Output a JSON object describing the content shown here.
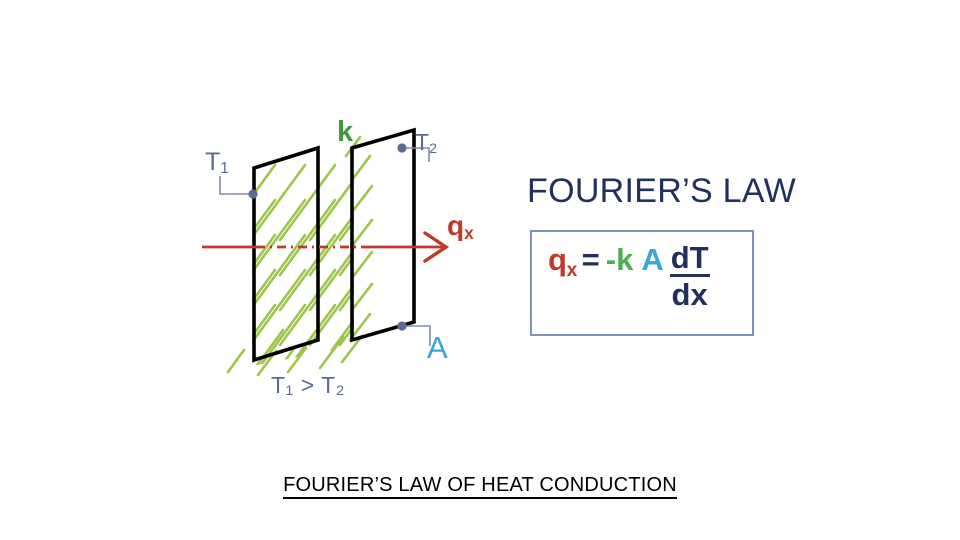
{
  "diagram": {
    "label_t1": "T",
    "label_t1_sub": "1",
    "label_t2": "T",
    "label_t2_sub": "2",
    "label_k": "k",
    "label_a": "A",
    "label_qx": "q",
    "label_qx_sub": "x",
    "inequality": "T₁ > T₂",
    "colors": {
      "plate_outline": "#000000",
      "hatch": "#9ec54a",
      "k_green": "#3b9a3b",
      "heat_flux_red": "#c0392b",
      "temperature_label": "#5b6b93",
      "area_cyan": "#36a7d8",
      "marker_dot": "#5b6b93"
    }
  },
  "panel": {
    "title": "FOURIER’S LAW",
    "formula": {
      "q": "q",
      "q_sub": "x",
      "equals": "=",
      "minus": "-",
      "k": "k",
      "a": "A",
      "numerator": "dT",
      "denominator": "dx"
    },
    "box_border_color": "#8191bd"
  },
  "caption": {
    "text": "FOURIER’S LAW OF HEAT CONDUCTION"
  }
}
